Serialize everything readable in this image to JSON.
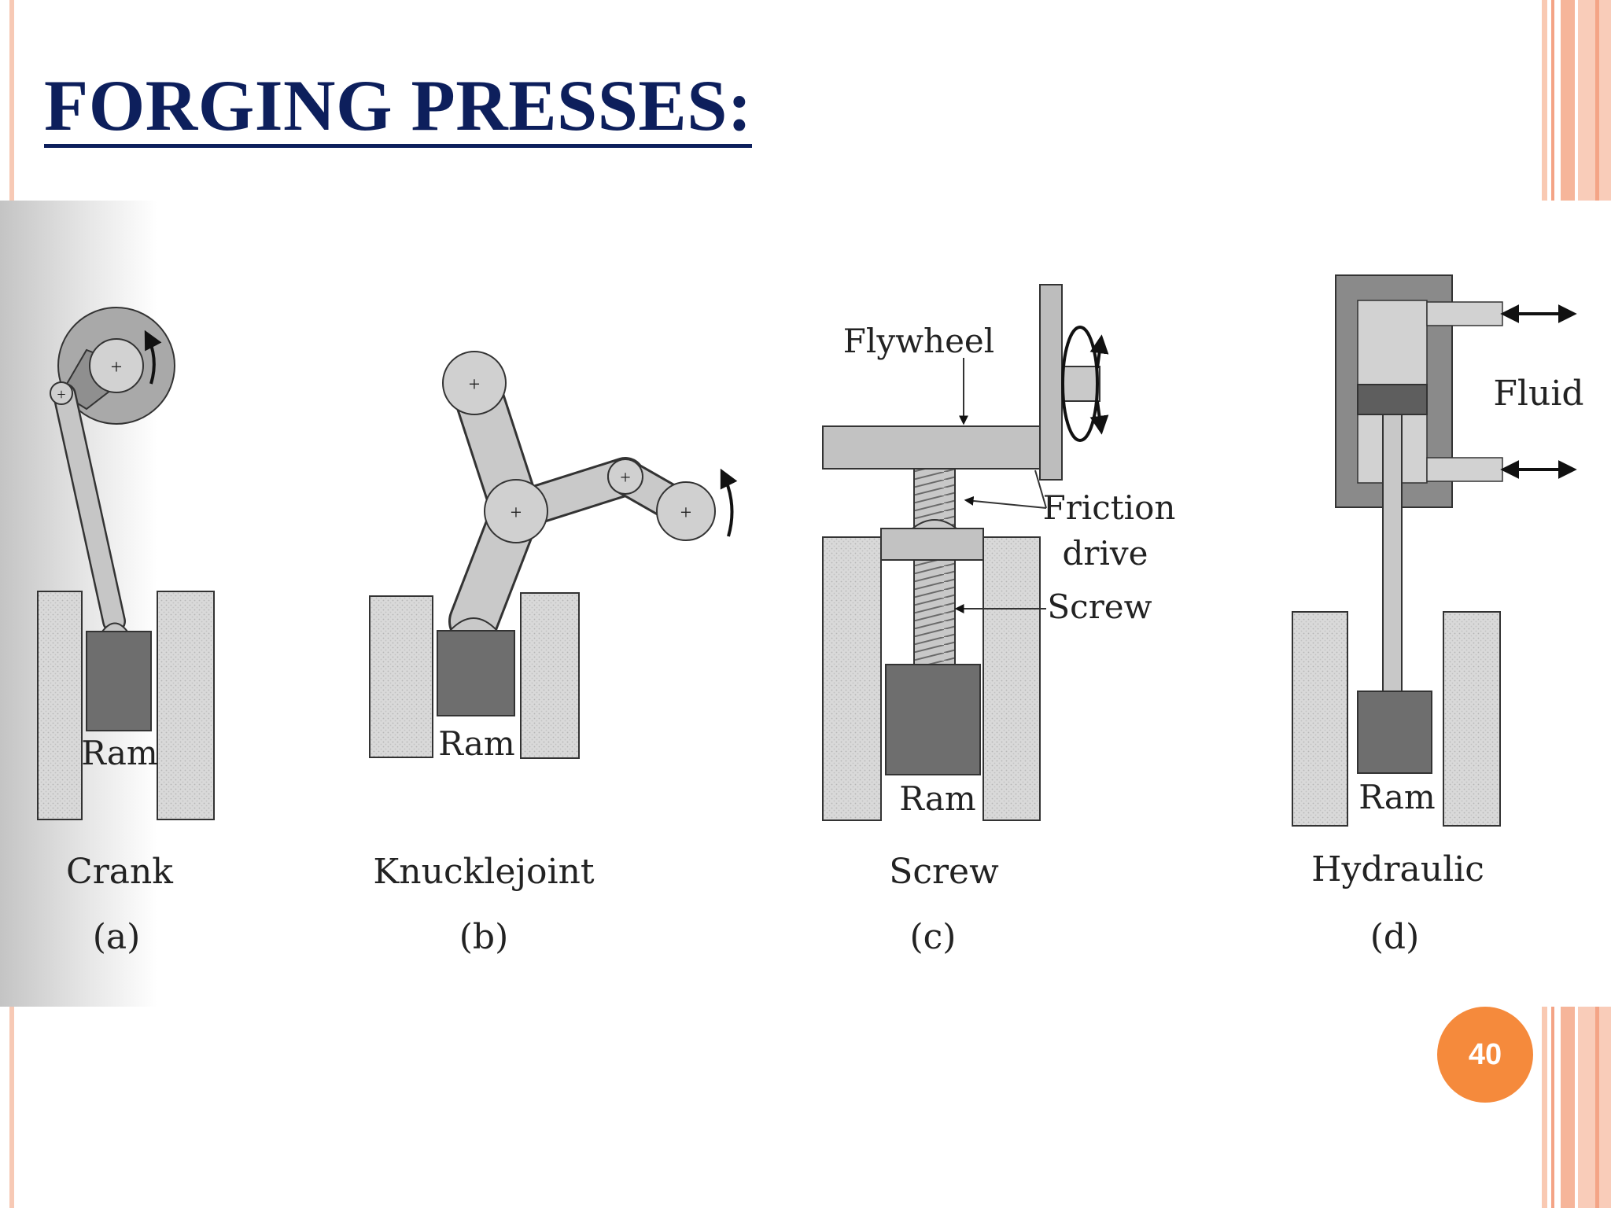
{
  "slide": {
    "title": "FORGING PRESSES:",
    "page_number": "40",
    "accent_color": "#f58a3c",
    "title_color": "#0d1f5c"
  },
  "figure": {
    "panels": [
      {
        "id": "a",
        "name": "Crank",
        "letter": "(a)",
        "ram_label": "Ram"
      },
      {
        "id": "b",
        "name": "Knucklejoint",
        "letter": "(b)",
        "ram_label": "Ram"
      },
      {
        "id": "c",
        "name": "Screw",
        "letter": "(c)",
        "ram_label": "Ram",
        "labels": {
          "flywheel": "Flywheel",
          "friction": "Friction",
          "drive": "drive",
          "screw": "Screw"
        }
      },
      {
        "id": "d",
        "name": "Hydraulic",
        "letter": "(d)",
        "ram_label": "Ram",
        "labels": {
          "fluid": "Fluid"
        }
      }
    ]
  }
}
